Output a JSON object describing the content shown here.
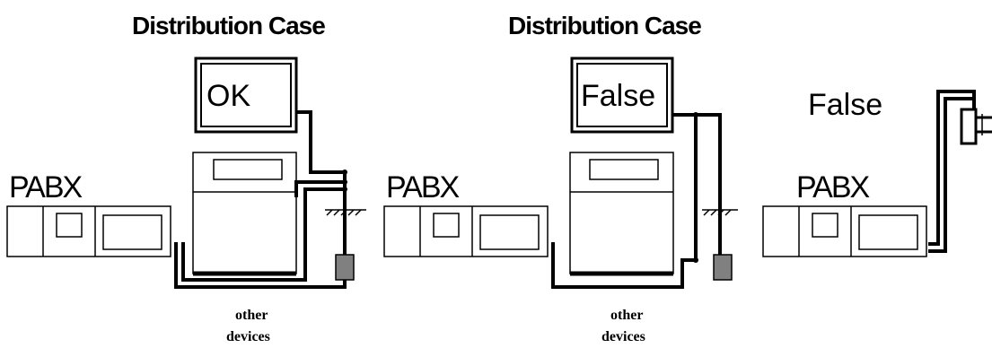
{
  "panels": [
    {
      "title": "Distribution Case",
      "status": "OK",
      "pabx_label": "PABX",
      "note_line1": "other",
      "note_line2": "devices"
    },
    {
      "title": "Distribution Case",
      "status": "False",
      "pabx_label": "PABX",
      "note_line1": "other",
      "note_line2": "devices"
    },
    {
      "title": "",
      "status": "False",
      "pabx_label": "PABX",
      "note_line1": "",
      "note_line2": ""
    }
  ],
  "colors": {
    "line": "#000000",
    "ground_rod": "#808080",
    "background": "#ffffff"
  }
}
